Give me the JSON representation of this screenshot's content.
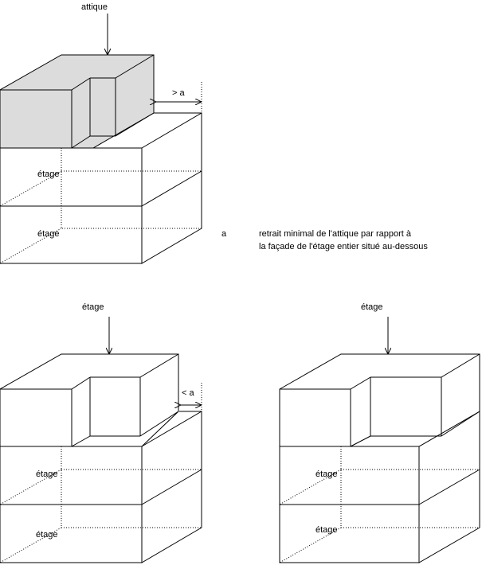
{
  "labels": {
    "attique": "attique",
    "etage": "étage",
    "greater_a": "> a",
    "less_a": "< a"
  },
  "legend": {
    "symbol": "a",
    "line1": "retrait minimal de l'attique par rapport à",
    "line2": "la façade de l'étage entier situé au-dessous"
  },
  "colors": {
    "attique_fill": "#dcdcdc",
    "line": "#000000"
  }
}
